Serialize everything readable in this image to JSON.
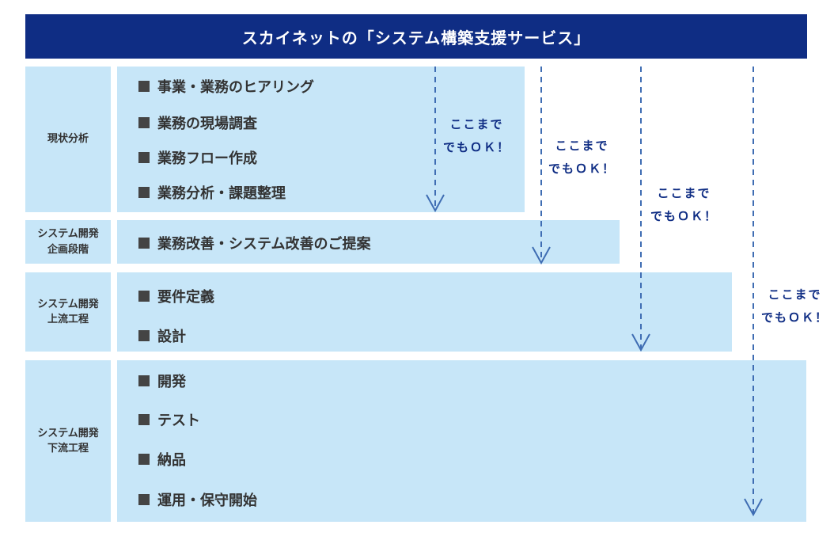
{
  "title": "スカイネットの「システム構築支援サービス」",
  "phases": [
    {
      "label_lines": [
        "現状分析"
      ],
      "tasks": [
        "事業・業務のヒアリング",
        "業務の現場調査",
        "業務フロー作成",
        "業務分析・課題整理"
      ]
    },
    {
      "label_lines": [
        "システム開発",
        "企画段階"
      ],
      "tasks": [
        "業務改善・システム改善のご提案"
      ]
    },
    {
      "label_lines": [
        "システム開発",
        "上流工程"
      ],
      "tasks": [
        "要件定義",
        "設計"
      ]
    },
    {
      "label_lines": [
        "システム開発",
        "下流工程"
      ],
      "tasks": [
        "開発",
        "テスト",
        "納品",
        "運用・保守開始"
      ]
    }
  ],
  "stop_note": {
    "line1": "ここまで",
    "line2": "でもＯＫ！"
  },
  "colors": {
    "header_bg": "#0f2d84",
    "phase_bg": "#c7e6f8",
    "arrow": "#3f6db3",
    "task_text": "#333333",
    "note_text": "#0f2d84"
  }
}
